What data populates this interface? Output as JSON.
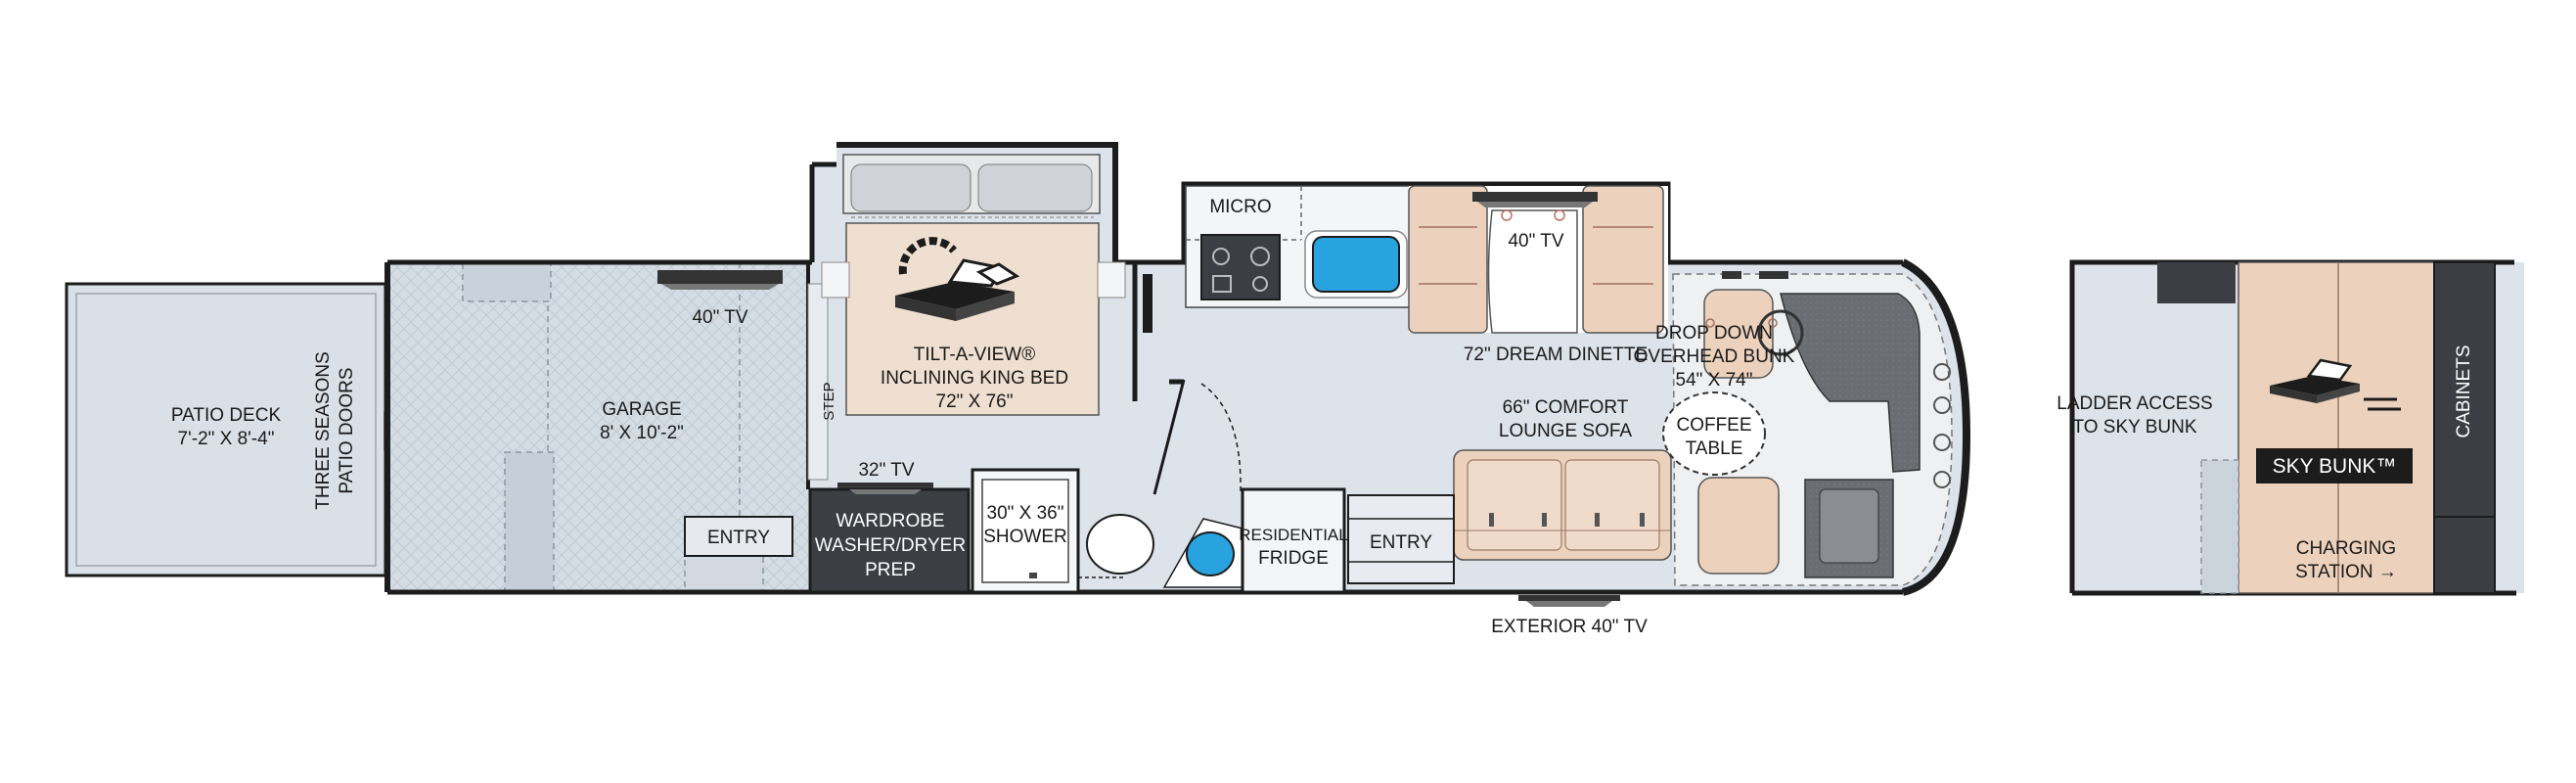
{
  "labels": {
    "patio_deck_1": "PATIO DECK",
    "patio_deck_2": "7'-2\" X 8'-4\"",
    "patio_doors_1": "THREE SEASONS",
    "patio_doors_2": "PATIO DOORS",
    "garage_1": "GARAGE",
    "garage_2": "8' X 10'-2\"",
    "garage_tv": "40\" TV",
    "step": "STEP",
    "bed_1": "TILT-A-VIEW®",
    "bed_2": "INCLINING KING BED",
    "bed_3": "72\" X 76\"",
    "rear_entry": "ENTRY",
    "wardrobe_tv": "32\" TV",
    "wardrobe_1": "WARDROBE",
    "wardrobe_2": "WASHER/DRYER",
    "wardrobe_3": "PREP",
    "shower_1": "30\" X 36\"",
    "shower_2": "SHOWER",
    "micro": "MICRO",
    "fridge_1": "RESIDENTIAL",
    "fridge_2": "FRIDGE",
    "front_entry": "ENTRY",
    "dinette_tv": "40\" TV",
    "dinette": "72\" DREAM DINETTE",
    "sofa_1": "66\" COMFORT",
    "sofa_2": "LOUNGE SOFA",
    "coffee_1": "COFFEE",
    "coffee_2": "TABLE",
    "bunk_1": "DROP DOWN",
    "bunk_2": "OVERHEAD BUNK",
    "bunk_3": "54\" X 74\"",
    "exterior_tv": "EXTERIOR 40\" TV",
    "ladder_1": "LADDER ACCESS",
    "ladder_2": "TO SKY BUNK",
    "sky_bunk": "SKY BUNK™",
    "cabinets": "CABINETS",
    "charging_1": "CHARGING",
    "charging_2": "STATION →"
  },
  "colors": {
    "wall": "#1c1c1c",
    "floor": "#dde3ea",
    "garage_floor": "#cdd6df",
    "bed": "#eedfd0",
    "upholstery": "#ecd1bd",
    "cab": "#5a5d61",
    "accent": "#29a3e0"
  }
}
